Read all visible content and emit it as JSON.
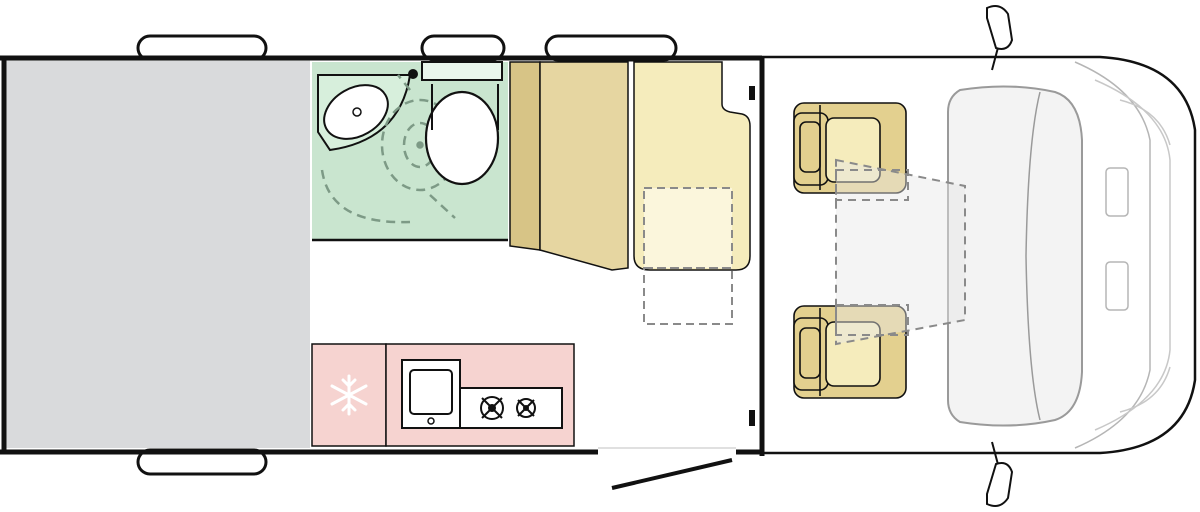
{
  "colors": {
    "wall": "#111111",
    "bed": "#d9dadc",
    "washroom": "#c9e5cf",
    "kitchen": "#f6d3d0",
    "cabinet_light": "#e6d6a1",
    "cabinet_dark": "#d7c486",
    "seat_cream": "#f5ecbc",
    "cab_seat": "#e3d08f",
    "dash_outline": "#9a9a9a",
    "dashed": "#8a8a8a",
    "table": "#fbf6dc"
  },
  "icons": {
    "fridge": "snowflake-icon",
    "hob": "gas-burner-icon",
    "sink": "sink-icon",
    "toilet": "toilet-icon",
    "shower": "shower-icon",
    "mirror": "wing-mirror-icon"
  },
  "zones": [
    "rear-bed",
    "washroom",
    "wardrobe",
    "dinette-bench",
    "kitchen",
    "cab"
  ]
}
